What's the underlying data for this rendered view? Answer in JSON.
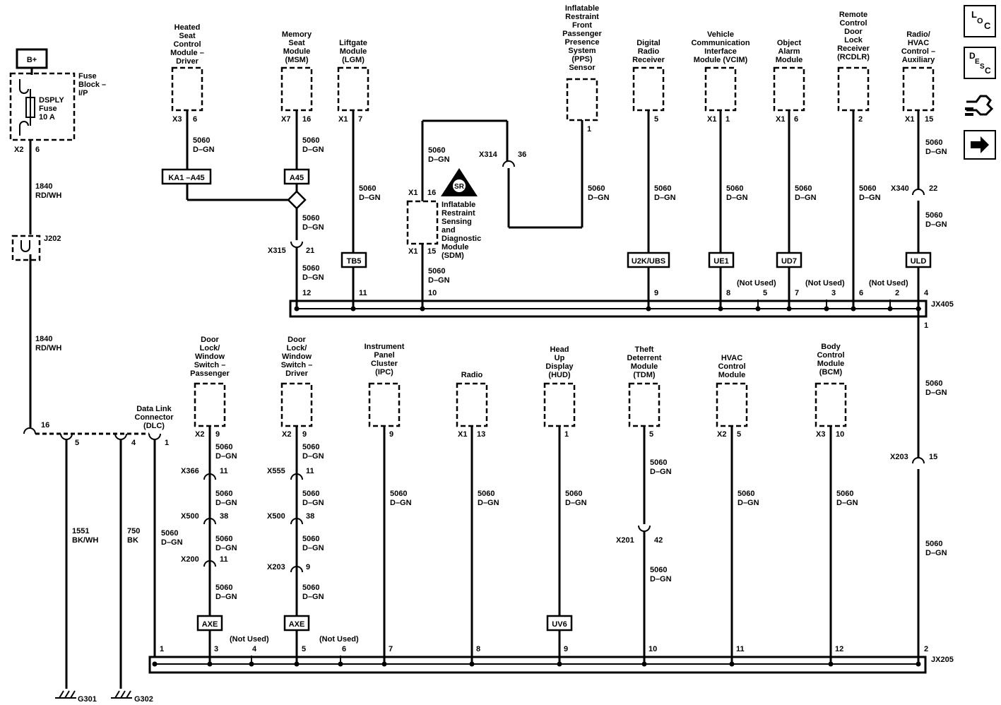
{
  "power": {
    "label": "B+"
  },
  "fuse_block": {
    "label": "Fuse Block – I/P",
    "fuse_name": "DSPLY Fuse",
    "fuse_rating": "10 A",
    "conn": "X2",
    "pin": "6"
  },
  "wires": {
    "pwr_circuit": "1840",
    "pwr_color": "RD/WH",
    "data_circuit": "5060",
    "data_color": "D–GN",
    "gnd1_circuit": "1551",
    "gnd1_color": "BK/WH",
    "gnd2_circuit": "750",
    "gnd2_color": "BK"
  },
  "splices": {
    "j202": "J202",
    "jx405": "JX405",
    "jx405_pin1": "1",
    "jx205": "JX205"
  },
  "grounds": {
    "g301": "G301",
    "g302": "G302"
  },
  "dlc": {
    "label": "Data Link Connector (DLC)",
    "pin16": "16",
    "pin5": "5",
    "pin4": "4",
    "pin1": "1"
  },
  "not_used": "(Not Used)",
  "top_modules": [
    {
      "name": "Heated Seat Control Module – Driver",
      "conn": "X3",
      "pin": "6",
      "tag": "KA1 –A45",
      "splice_pin": ""
    },
    {
      "name": "Memory Seat Module (MSM)",
      "conn": "X7",
      "pin": "16",
      "tag": "A45",
      "inline_conn": "X315",
      "inline_pin": "21",
      "splice_pin": "12"
    },
    {
      "name": "Liftgate Module (LGM)",
      "conn": "X1",
      "pin": "7",
      "tag": "TB5",
      "splice_pin": "11"
    },
    {
      "name": "Inflatable Restraint Sensing and Diagnostic Module (SDM)",
      "conn_top": "X1",
      "pin_top": "16",
      "conn_bottom": "X1",
      "pin_bottom": "15",
      "splice_pin": "10"
    },
    {
      "name": "Inflatable Restraint Front Passenger Presence System (PPS) Sensor",
      "pin": "1",
      "inline_conn": "X314",
      "inline_pin": "36"
    },
    {
      "name": "Digital Radio Receiver",
      "pin": "5",
      "tag": "U2K/UBS",
      "splice_pin": "9"
    },
    {
      "name": "Vehicle Communication Interface Module (VCIM)",
      "conn": "X1",
      "pin": "1",
      "tag": "UE1",
      "splice_pin": "8"
    },
    {
      "name": "Object Alarm Module",
      "conn": "X1",
      "pin": "6",
      "tag": "UD7",
      "splice_pin": "7"
    },
    {
      "name": "Remote Control Door Lock Receiver (RCDLR)",
      "pin": "2",
      "splice_pin": "6"
    },
    {
      "name": "Radio/ HVAC Control – Auxiliary",
      "conn": "X1",
      "pin": "15",
      "inline_conn": "X340",
      "inline_pin": "22",
      "tag": "ULD",
      "splice_pin": "4"
    }
  ],
  "top_not_used_pins": [
    "5",
    "3",
    "2"
  ],
  "bottom_modules": [
    {
      "name": "Door Lock/ Window Switch – Passenger",
      "conn": "X2",
      "pin": "9",
      "c1": "X366",
      "p1": "11",
      "c2": "X500",
      "p2": "38",
      "c3": "X200",
      "p3": "11",
      "tag": "AXE",
      "splice_pin": "3"
    },
    {
      "name": "Door Lock/ Window Switch – Driver",
      "conn": "X2",
      "pin": "9",
      "c1": "X555",
      "p1": "11",
      "c2": "X500",
      "p2": "38",
      "c3": "X203",
      "p3": "9",
      "tag": "AXE",
      "splice_pin": "5"
    },
    {
      "name": "Instrument Panel Cluster (IPC)",
      "pin": "9",
      "splice_pin": "7"
    },
    {
      "name": "Radio",
      "conn": "X1",
      "pin": "13",
      "splice_pin": "8"
    },
    {
      "name": "Head Up Display (HUD)",
      "pin": "1",
      "tag": "UV6",
      "splice_pin": "9"
    },
    {
      "name": "Theft Deterrent Module (TDM)",
      "pin": "5",
      "inline_conn": "X201",
      "inline_pin": "42",
      "splice_pin": "10"
    },
    {
      "name": "HVAC Control Module",
      "conn": "X2",
      "pin": "5",
      "splice_pin": "11"
    },
    {
      "name": "Body Control Module (BCM)",
      "conn": "X3",
      "pin": "10",
      "splice_pin": "12"
    }
  ],
  "bottom_extra": {
    "dlc_splice_pin": "1",
    "not_used_pins": [
      "4",
      "6"
    ],
    "right_splice_pin": "2",
    "right_inline_conn": "X203",
    "right_inline_pin": "15"
  },
  "icons": [
    "location-icon",
    "description-icon",
    "connector-icon",
    "next-icon"
  ],
  "icon_text": {
    "loc": [
      "L",
      "O",
      "C"
    ],
    "desc": [
      "D",
      "E",
      "S",
      "C"
    ]
  }
}
